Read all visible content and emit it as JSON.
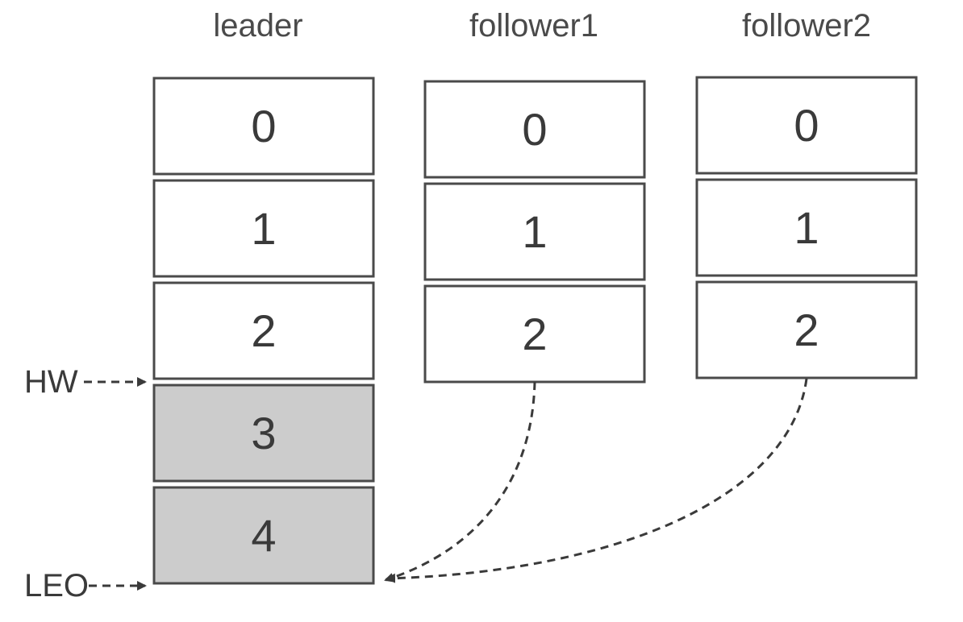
{
  "columns": [
    {
      "title": "leader",
      "cells": [
        {
          "label": "0",
          "state": "committed"
        },
        {
          "label": "1",
          "state": "committed"
        },
        {
          "label": "2",
          "state": "committed"
        },
        {
          "label": "3",
          "state": "uncommitted"
        },
        {
          "label": "4",
          "state": "uncommitted"
        }
      ]
    },
    {
      "title": "follower1",
      "cells": [
        {
          "label": "0",
          "state": "committed"
        },
        {
          "label": "1",
          "state": "committed"
        },
        {
          "label": "2",
          "state": "committed"
        }
      ]
    },
    {
      "title": "follower2",
      "cells": [
        {
          "label": "0",
          "state": "committed"
        },
        {
          "label": "1",
          "state": "committed"
        },
        {
          "label": "2",
          "state": "committed"
        }
      ]
    }
  ],
  "markers": {
    "hw": "HW",
    "leo": "LEO"
  },
  "colors": {
    "committed_fill": "#ffffff",
    "uncommitted_fill": "#cccccc",
    "border": "#4a4a4a",
    "text": "#3a3a3a"
  },
  "arrows": [
    {
      "from": "follower1",
      "to": "leader-leo"
    },
    {
      "from": "follower2",
      "to": "leader-leo"
    }
  ]
}
